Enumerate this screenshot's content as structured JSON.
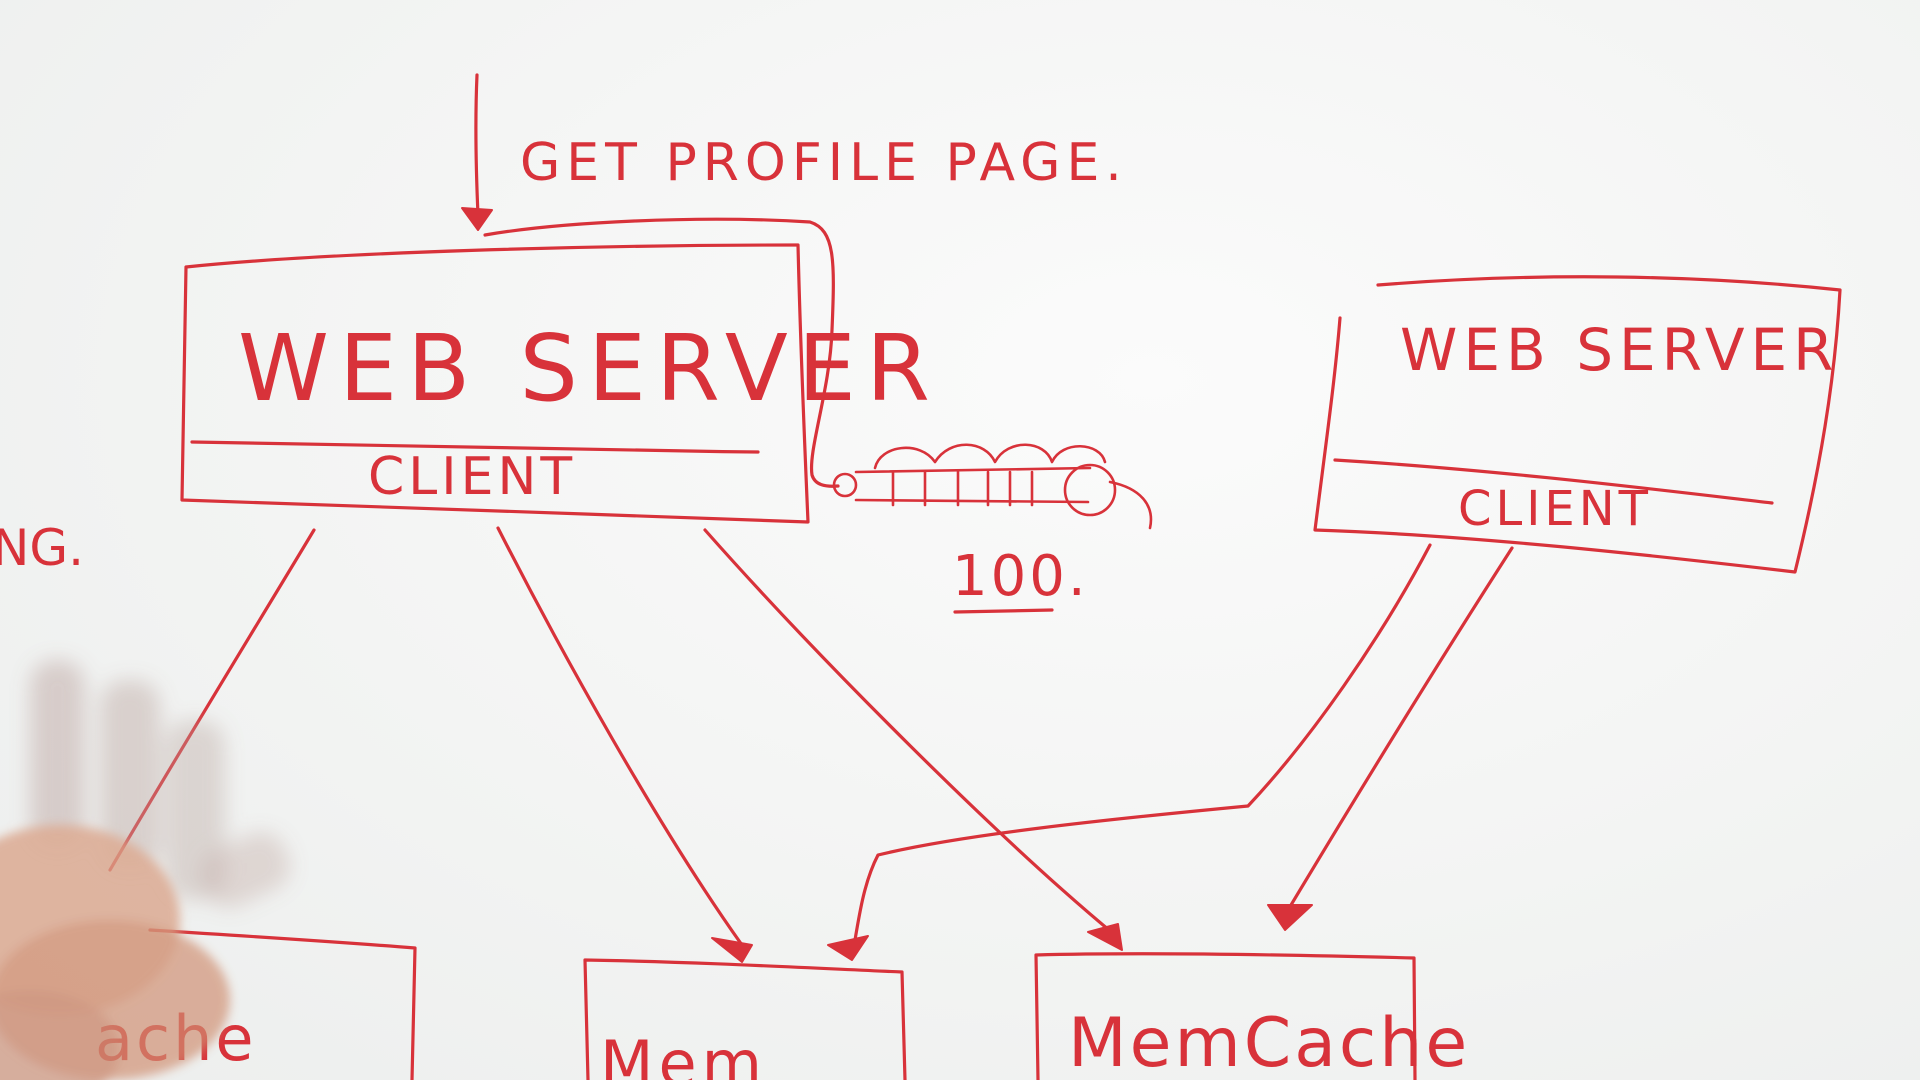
{
  "request_label": "GET PROFILE PAGE.",
  "server_left": {
    "title": "WEB SERVER",
    "client_label": "CLIENT"
  },
  "server_right": {
    "title": "WEB SERVER",
    "client_label": "CLIENT"
  },
  "pool_count": "100.",
  "cache_boxes": [
    {
      "label": "ache",
      "visible_fragment": true
    },
    {
      "label": "Mem",
      "visible_fragment": true
    },
    {
      "label": "MemCache",
      "visible_fragment": false
    }
  ],
  "left_edge_fragment": "NG.",
  "ink_color": "#d8323a"
}
